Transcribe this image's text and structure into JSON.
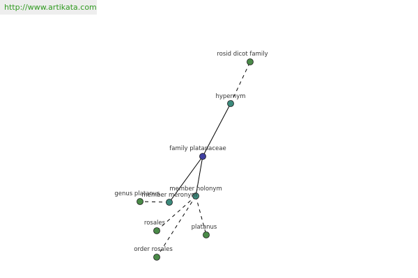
{
  "header": {
    "url": "http://www.artikata.com"
  },
  "colors": {
    "root": "#3f3fa0",
    "relation": "#3c8a7c",
    "term": "#4a8a48",
    "edge": "#000000",
    "url": "#2f9a1f"
  },
  "graph": {
    "nodes": [
      {
        "id": "rosid",
        "label": "rosid dicot family",
        "kind": "term"
      },
      {
        "id": "hypernym",
        "label": "hypernym",
        "kind": "relation"
      },
      {
        "id": "family",
        "label": "family platanaceae",
        "kind": "root"
      },
      {
        "id": "holonym",
        "label": "member holonym",
        "kind": "relation"
      },
      {
        "id": "meronym",
        "label": "member meronym",
        "kind": "relation"
      },
      {
        "id": "genus",
        "label": "genus platanus",
        "kind": "term"
      },
      {
        "id": "rosales",
        "label": "rosales",
        "kind": "term"
      },
      {
        "id": "order",
        "label": "order rosales",
        "kind": "term"
      },
      {
        "id": "platanus",
        "label": "platanus",
        "kind": "term"
      }
    ],
    "edges": [
      {
        "from": "family",
        "to": "hypernym",
        "style": "solid"
      },
      {
        "from": "hypernym",
        "to": "rosid",
        "style": "dashed"
      },
      {
        "from": "family",
        "to": "holonym",
        "style": "solid"
      },
      {
        "from": "family",
        "to": "meronym",
        "style": "solid"
      },
      {
        "from": "meronym",
        "to": "genus",
        "style": "dashed"
      },
      {
        "from": "holonym",
        "to": "rosales",
        "style": "dashed"
      },
      {
        "from": "holonym",
        "to": "order",
        "style": "dashed"
      },
      {
        "from": "holonym",
        "to": "platanus",
        "style": "dashed"
      }
    ]
  }
}
